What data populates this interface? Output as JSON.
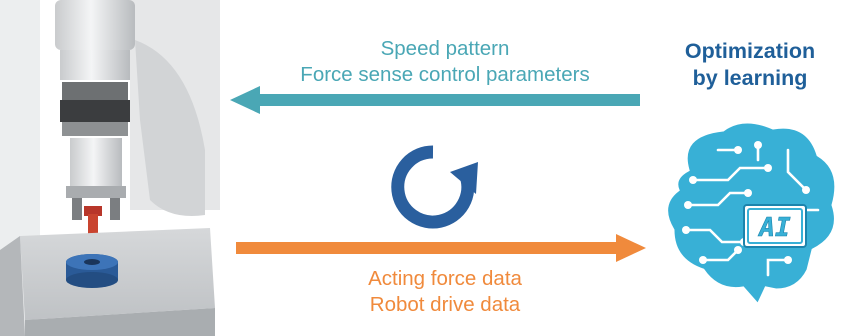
{
  "feedback_arrow": {
    "lines": [
      "Speed pattern",
      "Force sense control parameters"
    ]
  },
  "data_arrow": {
    "lines": [
      "Acting force data",
      "Robot drive data"
    ]
  },
  "ai_block": {
    "title_lines": [
      "Optimization",
      "by learning"
    ],
    "brain_label": "AI"
  },
  "colors": {
    "feedback": "#4aa7b5",
    "data": "#f08a3c",
    "title": "#1f5f99",
    "cycle": "#2a5f9e",
    "brain": "#38b0d6",
    "brain_dark": "#1b84ad"
  },
  "icons": {
    "robot": "robot-arm-illustration",
    "cycle": "refresh-cycle-icon",
    "brain": "ai-circuit-brain-icon"
  }
}
